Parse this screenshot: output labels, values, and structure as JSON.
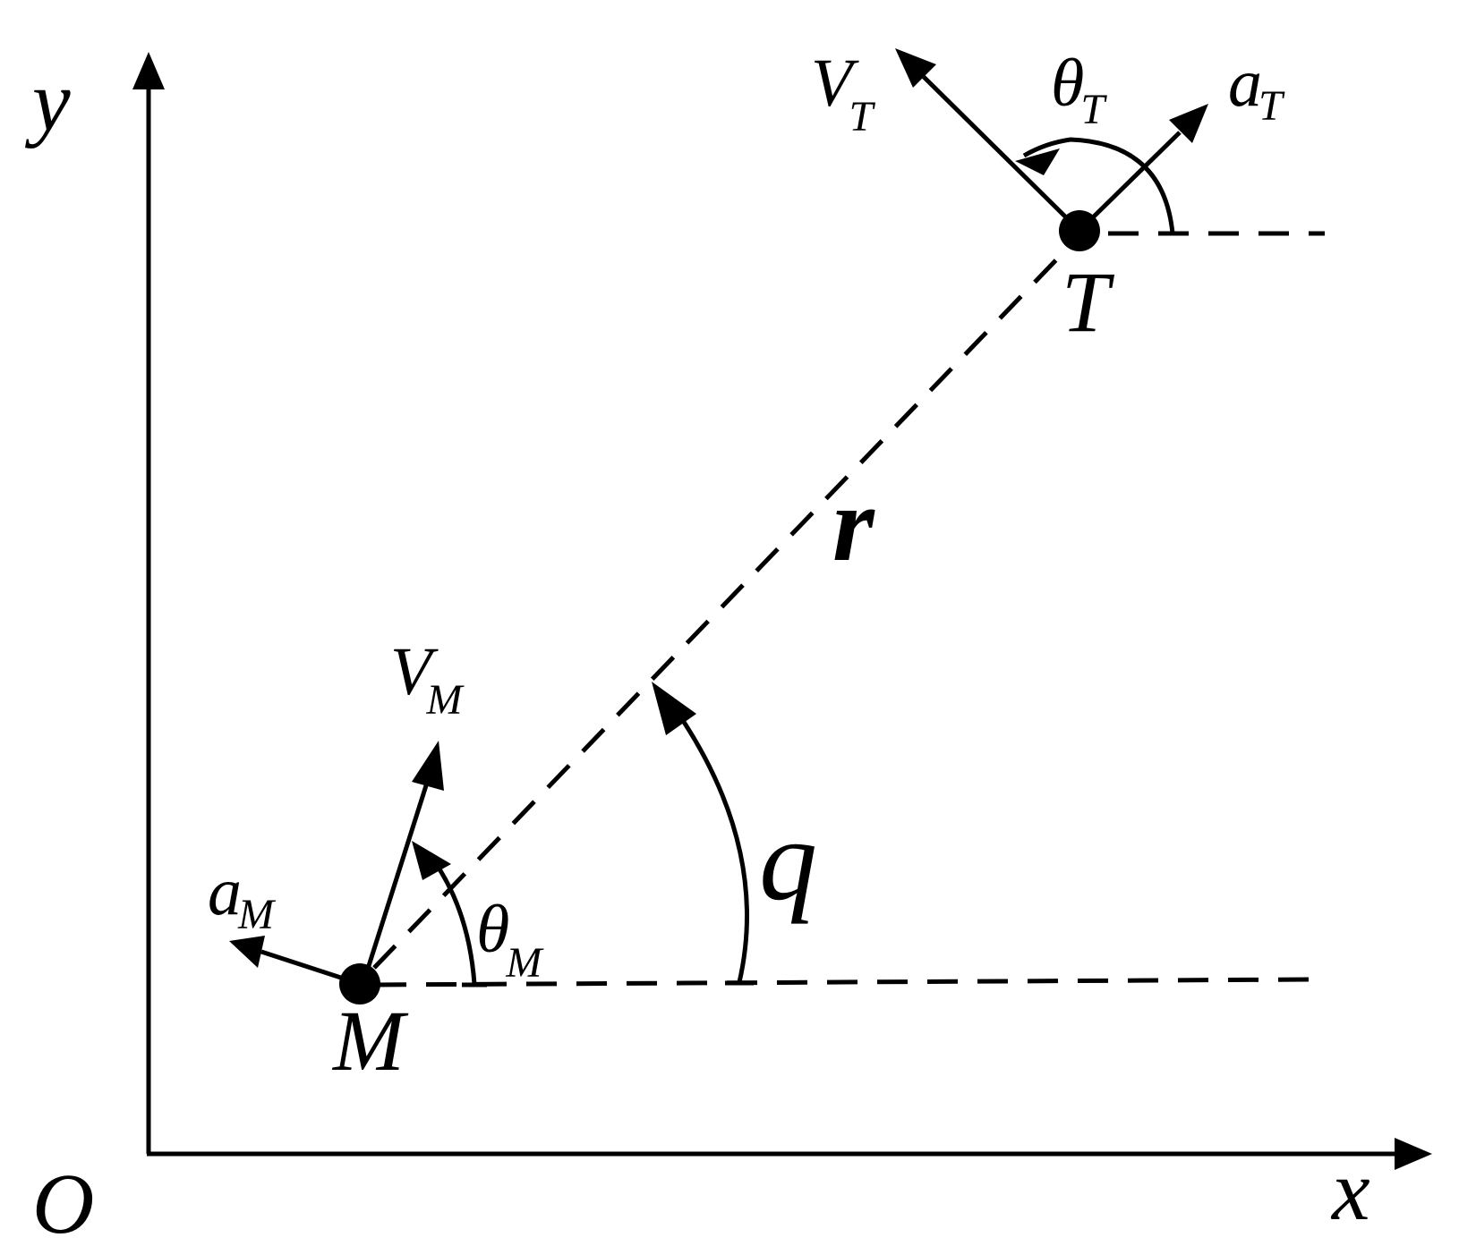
{
  "axes": {
    "x_label": "x",
    "y_label": "y",
    "origin_label": "O"
  },
  "points": {
    "missile_label": "M",
    "target_label": "T"
  },
  "vectors": {
    "missile_velocity": {
      "base": "V",
      "sub": "M"
    },
    "missile_accel": {
      "base": "a",
      "sub": "M"
    },
    "target_velocity": {
      "base": "V",
      "sub": "T"
    },
    "target_accel": {
      "base": "a",
      "sub": "T"
    }
  },
  "angles": {
    "missile_heading": {
      "base": "θ",
      "sub": "M"
    },
    "target_heading": {
      "base": "θ",
      "sub": "T"
    },
    "line_of_sight": "q"
  },
  "range_label": "r"
}
